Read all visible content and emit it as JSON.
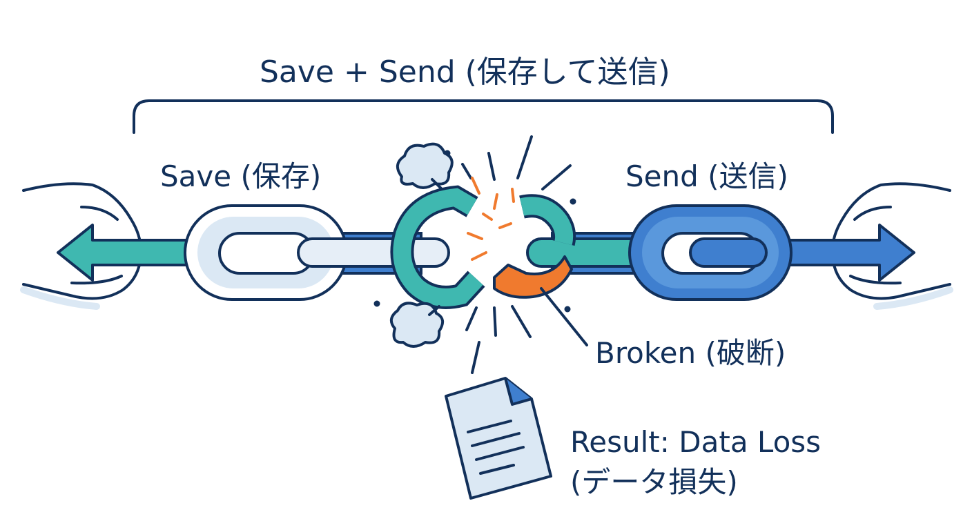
{
  "labels": {
    "title": "Save + Send (保存して送信)",
    "save": "Save (保存)",
    "send": "Send (送信)",
    "broken": "Broken (破断)",
    "result_line1": "Result: Data Loss",
    "result_line2": "(データ損失)"
  },
  "icons": {
    "left_hand": "hand-icon",
    "right_hand": "hand-icon",
    "left_arrow": "arrow-left-icon",
    "right_arrow": "arrow-right-icon",
    "puffs": "smoke-puff-icon",
    "document": "document-icon"
  },
  "colors": {
    "outline": "#12305a",
    "teal": "#3fb8b0",
    "blue": "#3f7fcf",
    "light": "#dbe8f4",
    "orange": "#f07a2e",
    "page": "#ffffff"
  }
}
